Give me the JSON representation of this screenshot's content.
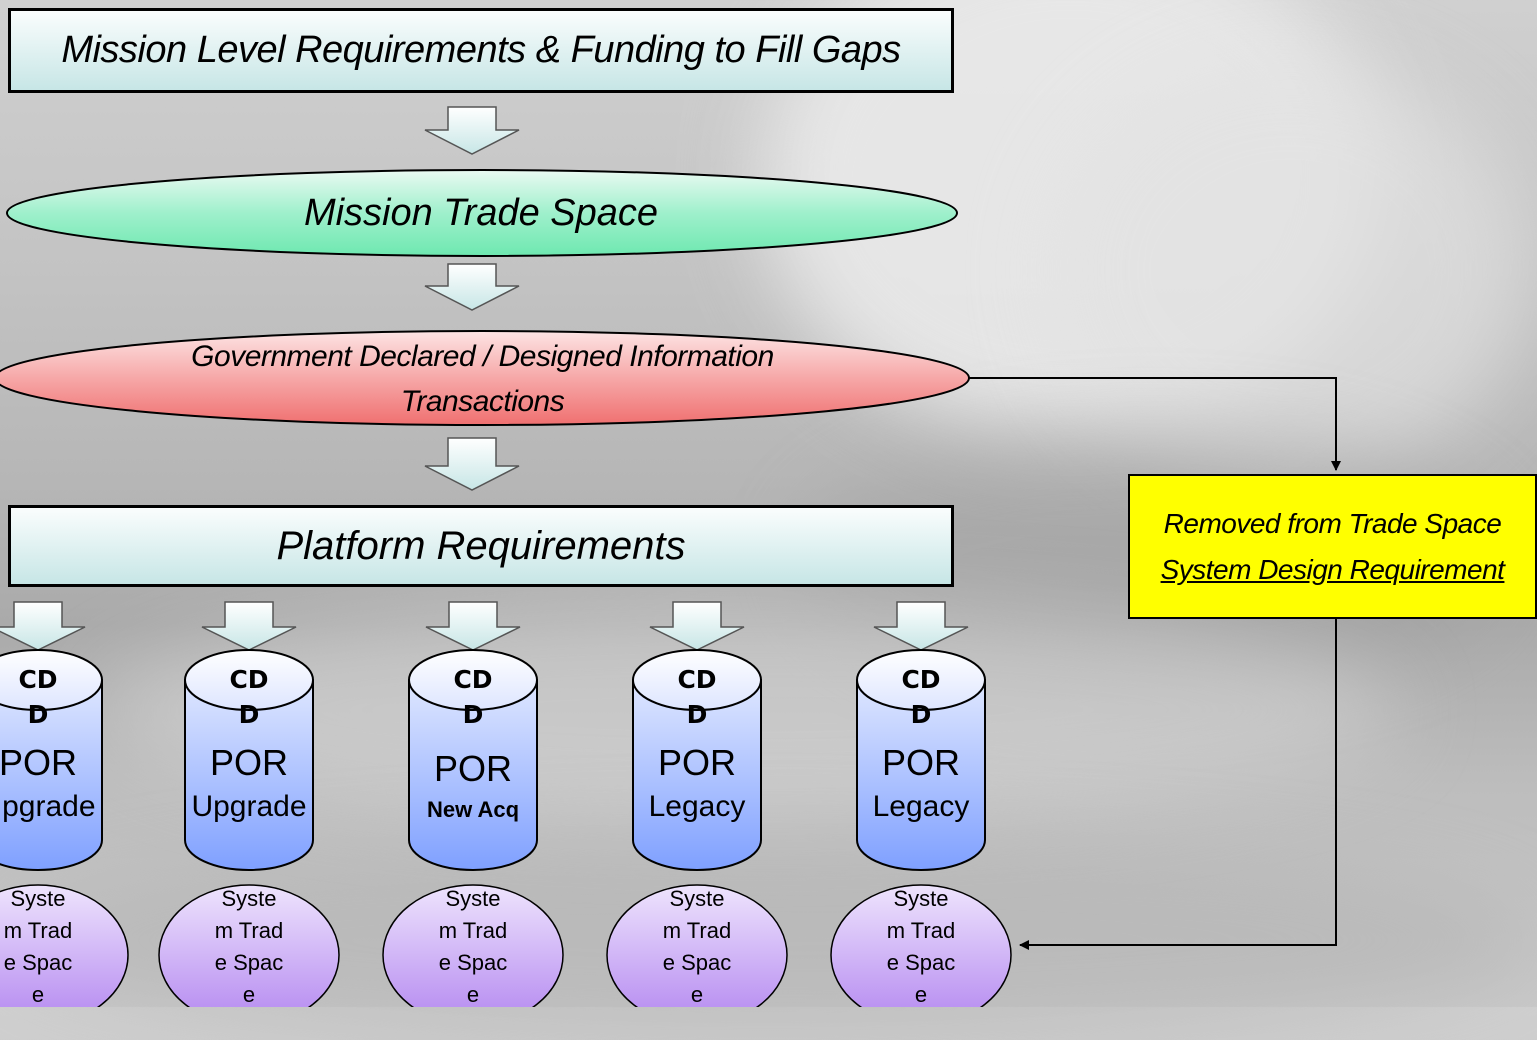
{
  "top_box": "Mission Level Requirements & Funding to Fill Gaps",
  "mission_trade_space": "Mission Trade Space",
  "government_transactions": "Government Declared / Designed Information Transactions",
  "platform_requirements": "Platform Requirements",
  "removed_box": {
    "line1": "Removed from Trade Space",
    "line2": "System Design Requirement"
  },
  "columns": [
    {
      "cdd": "CDD",
      "por": "POR",
      "sub": "Upgrade",
      "system": "System Trade Space"
    },
    {
      "cdd": "CDD",
      "por": "POR",
      "sub": "Upgrade",
      "system": "System Trade Space"
    },
    {
      "cdd": "CDD",
      "por": "POR",
      "sub": "New Acq",
      "system": "System Trade Space"
    },
    {
      "cdd": "CDD",
      "por": "POR",
      "sub": "Legacy",
      "system": "System Trade Space"
    },
    {
      "cdd": "CDD",
      "por": "POR",
      "sub": "Legacy",
      "system": "System Trade Space"
    }
  ],
  "colors": {
    "green_ellipse": "#6ee8b0",
    "red_ellipse": "#f07070",
    "cylinder": "#7fa0ff",
    "purple_ellipse": "#b488f0",
    "yellow_box": "#ffff00"
  }
}
